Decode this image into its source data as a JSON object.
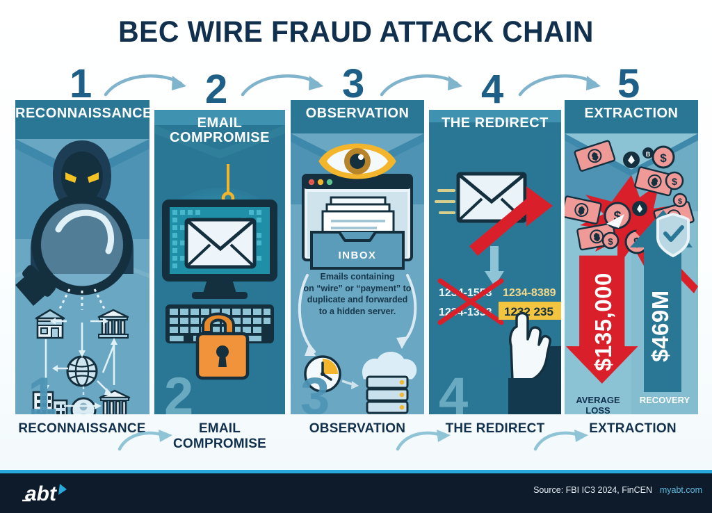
{
  "title": "BEC WIRE FRAUD ATTACK CHAIN",
  "steps": [
    {
      "number": "1",
      "header": "RECONNAISSANCE",
      "bottom_label": "RECONNAISSANCE",
      "big_number": "1"
    },
    {
      "number": "2",
      "header_line1": "EMAIL",
      "header_line2": "COMPROMISE",
      "bottom_label_line1": "EMAIL",
      "bottom_label_line2": "COMPROMISE",
      "big_number": "2"
    },
    {
      "number": "3",
      "header": "OBSERVATION",
      "bottom_label": "OBSERVATION",
      "big_number": "3",
      "inbox_label": "INBOX",
      "caption": "Emails containing on “wire” or “payment” to duplicate and forwarded to a hidden server.",
      "caption_lines": [
        "Emails containing",
        "on “wire” or “payment” to",
        "duplicate and forwarded",
        "to a hidden server."
      ]
    },
    {
      "number": "4",
      "header": "THE REDIRECT",
      "bottom_label": "THE REDIRECT",
      "big_number": "4",
      "account_old_1": "1234-1553",
      "account_old_2": "1234-1333",
      "account_new_1": "1234-8389",
      "account_new_2": "1232 235"
    },
    {
      "number": "5",
      "header": "EXTRACTION",
      "bottom_label": "EXTRACTION",
      "loss_value": "$135,000",
      "loss_label": "AVERAGE LOSS",
      "recovery_value": "$469M",
      "recovery_label": "RECOVERY"
    }
  ],
  "footer": {
    "source": "Source: FBI IC3 2024, FinCEN",
    "website": "myabt.com",
    "logo_text": "abt"
  },
  "colors": {
    "title": "#11304d",
    "panel_light": "#6ba7c4",
    "panel_dark": "#1f6f8e",
    "header_band": "#2a7795",
    "accent_orange": "#e8892b",
    "accent_yellow": "#f2b52c",
    "accent_red": "#d9202a",
    "footer_bg": "#0d1b2a",
    "link": "#5bb9e0"
  }
}
